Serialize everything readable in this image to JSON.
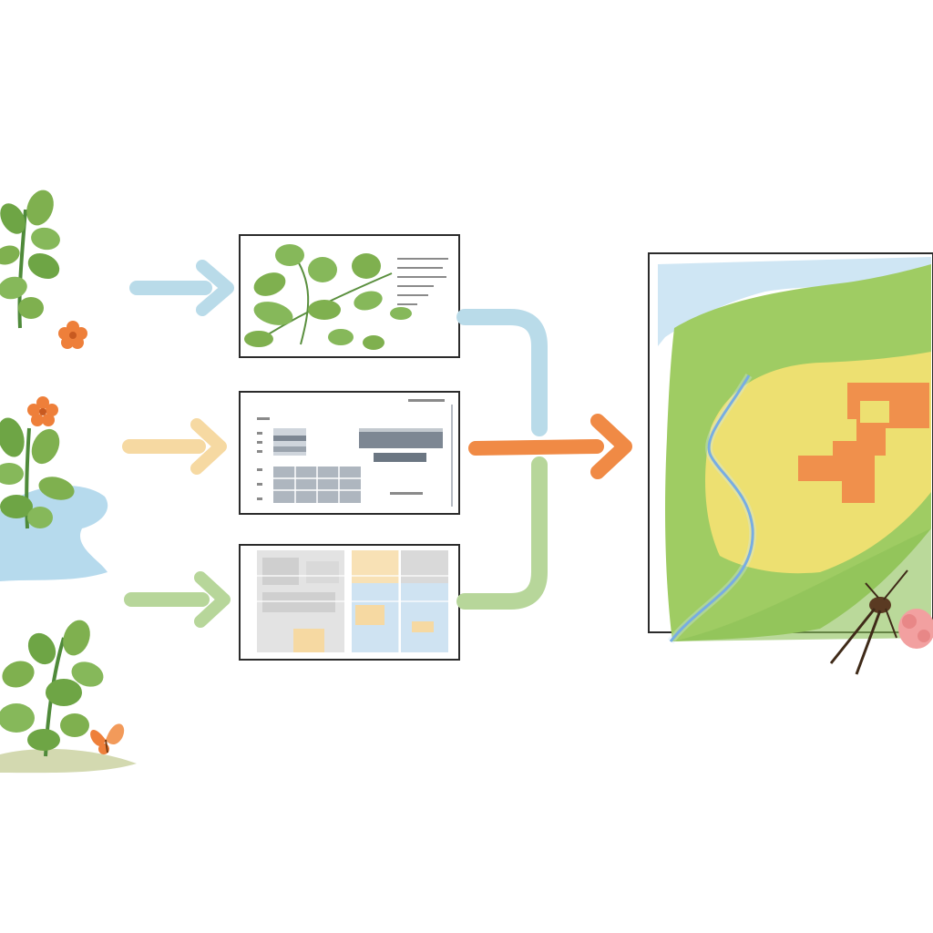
{
  "colors": {
    "background": "#ffffff",
    "leaf": "#7fb04f",
    "leaf_dark": "#4f8a3a",
    "flower": "#ee7f3a",
    "water": "#a9d4ea",
    "arrow_blue": "#b9dbe9",
    "arrow_yellow": "#f6d9a2",
    "arrow_green": "#b7d69a",
    "arrow_orange": "#f08a45",
    "map_green": "#9fcc63",
    "map_yellow": "#ede071",
    "map_orange": "#f0904c",
    "river": "#4a90d9",
    "frame": "#2b2b2b"
  },
  "inputs": [
    {
      "name": "plant-cluster-top",
      "icon": "plant-with-flower-icon",
      "arrow_color": "arrow_blue"
    },
    {
      "name": "plant-cluster-middle",
      "icon": "plant-near-water-icon",
      "arrow_color": "arrow_yellow"
    },
    {
      "name": "plant-cluster-bottom",
      "icon": "plant-with-butterfly-icon",
      "arrow_color": "arrow_green"
    }
  ],
  "panels": [
    {
      "name": "specimen-sheet-panel",
      "icon": "herbarium-specimen-icon"
    },
    {
      "name": "data-table-panel",
      "icon": "data-table-icon"
    },
    {
      "name": "grid-data-panel",
      "icon": "grid-chart-icon"
    }
  ],
  "output": {
    "name": "distribution-map",
    "icon": "heat-map-icon",
    "extras": [
      "insect-icon",
      "pink-flower-icon"
    ]
  }
}
